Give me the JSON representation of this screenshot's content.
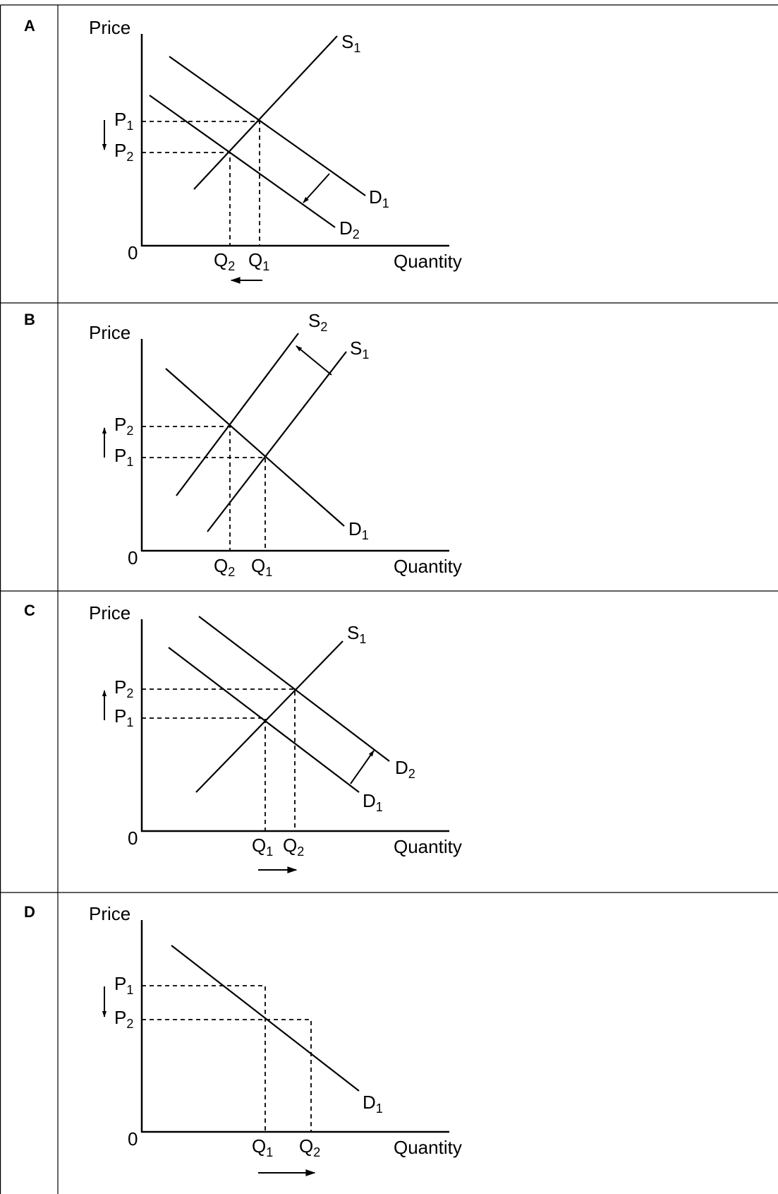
{
  "panels": [
    {
      "letter": "A",
      "y_axis_label": "Price",
      "x_axis_label": "Quantity",
      "origin_label": "0",
      "curves": [
        {
          "name": "S",
          "sub": "1"
        },
        {
          "name": "D",
          "sub": "1"
        },
        {
          "name": "D",
          "sub": "2"
        }
      ],
      "price_labels": [
        {
          "name": "P",
          "sub": "1"
        },
        {
          "name": "P",
          "sub": "2"
        }
      ],
      "quantity_labels": [
        {
          "name": "Q",
          "sub": "2"
        },
        {
          "name": "Q",
          "sub": "1"
        }
      ],
      "price_change": "down",
      "quantity_change": "left"
    },
    {
      "letter": "B",
      "y_axis_label": "Price",
      "x_axis_label": "Quantity",
      "origin_label": "0",
      "curves": [
        {
          "name": "S",
          "sub": "2"
        },
        {
          "name": "S",
          "sub": "1"
        },
        {
          "name": "D",
          "sub": "1"
        }
      ],
      "price_labels": [
        {
          "name": "P",
          "sub": "2"
        },
        {
          "name": "P",
          "sub": "1"
        }
      ],
      "quantity_labels": [
        {
          "name": "Q",
          "sub": "2"
        },
        {
          "name": "Q",
          "sub": "1"
        }
      ],
      "price_change": "up",
      "quantity_change": "none"
    },
    {
      "letter": "C",
      "y_axis_label": "Price",
      "x_axis_label": "Quantity",
      "origin_label": "0",
      "curves": [
        {
          "name": "S",
          "sub": "1"
        },
        {
          "name": "D",
          "sub": "2"
        },
        {
          "name": "D",
          "sub": "1"
        }
      ],
      "price_labels": [
        {
          "name": "P",
          "sub": "2"
        },
        {
          "name": "P",
          "sub": "1"
        }
      ],
      "quantity_labels": [
        {
          "name": "Q",
          "sub": "1"
        },
        {
          "name": "Q",
          "sub": "2"
        }
      ],
      "price_change": "up",
      "quantity_change": "right"
    },
    {
      "letter": "D",
      "y_axis_label": "Price",
      "x_axis_label": "Quantity",
      "origin_label": "0",
      "curves": [
        {
          "name": "D",
          "sub": "1"
        }
      ],
      "price_labels": [
        {
          "name": "P",
          "sub": "1"
        },
        {
          "name": "P",
          "sub": "2"
        }
      ],
      "quantity_labels": [
        {
          "name": "Q",
          "sub": "1"
        },
        {
          "name": "Q",
          "sub": "2"
        }
      ],
      "price_change": "down",
      "quantity_change": "right"
    }
  ]
}
